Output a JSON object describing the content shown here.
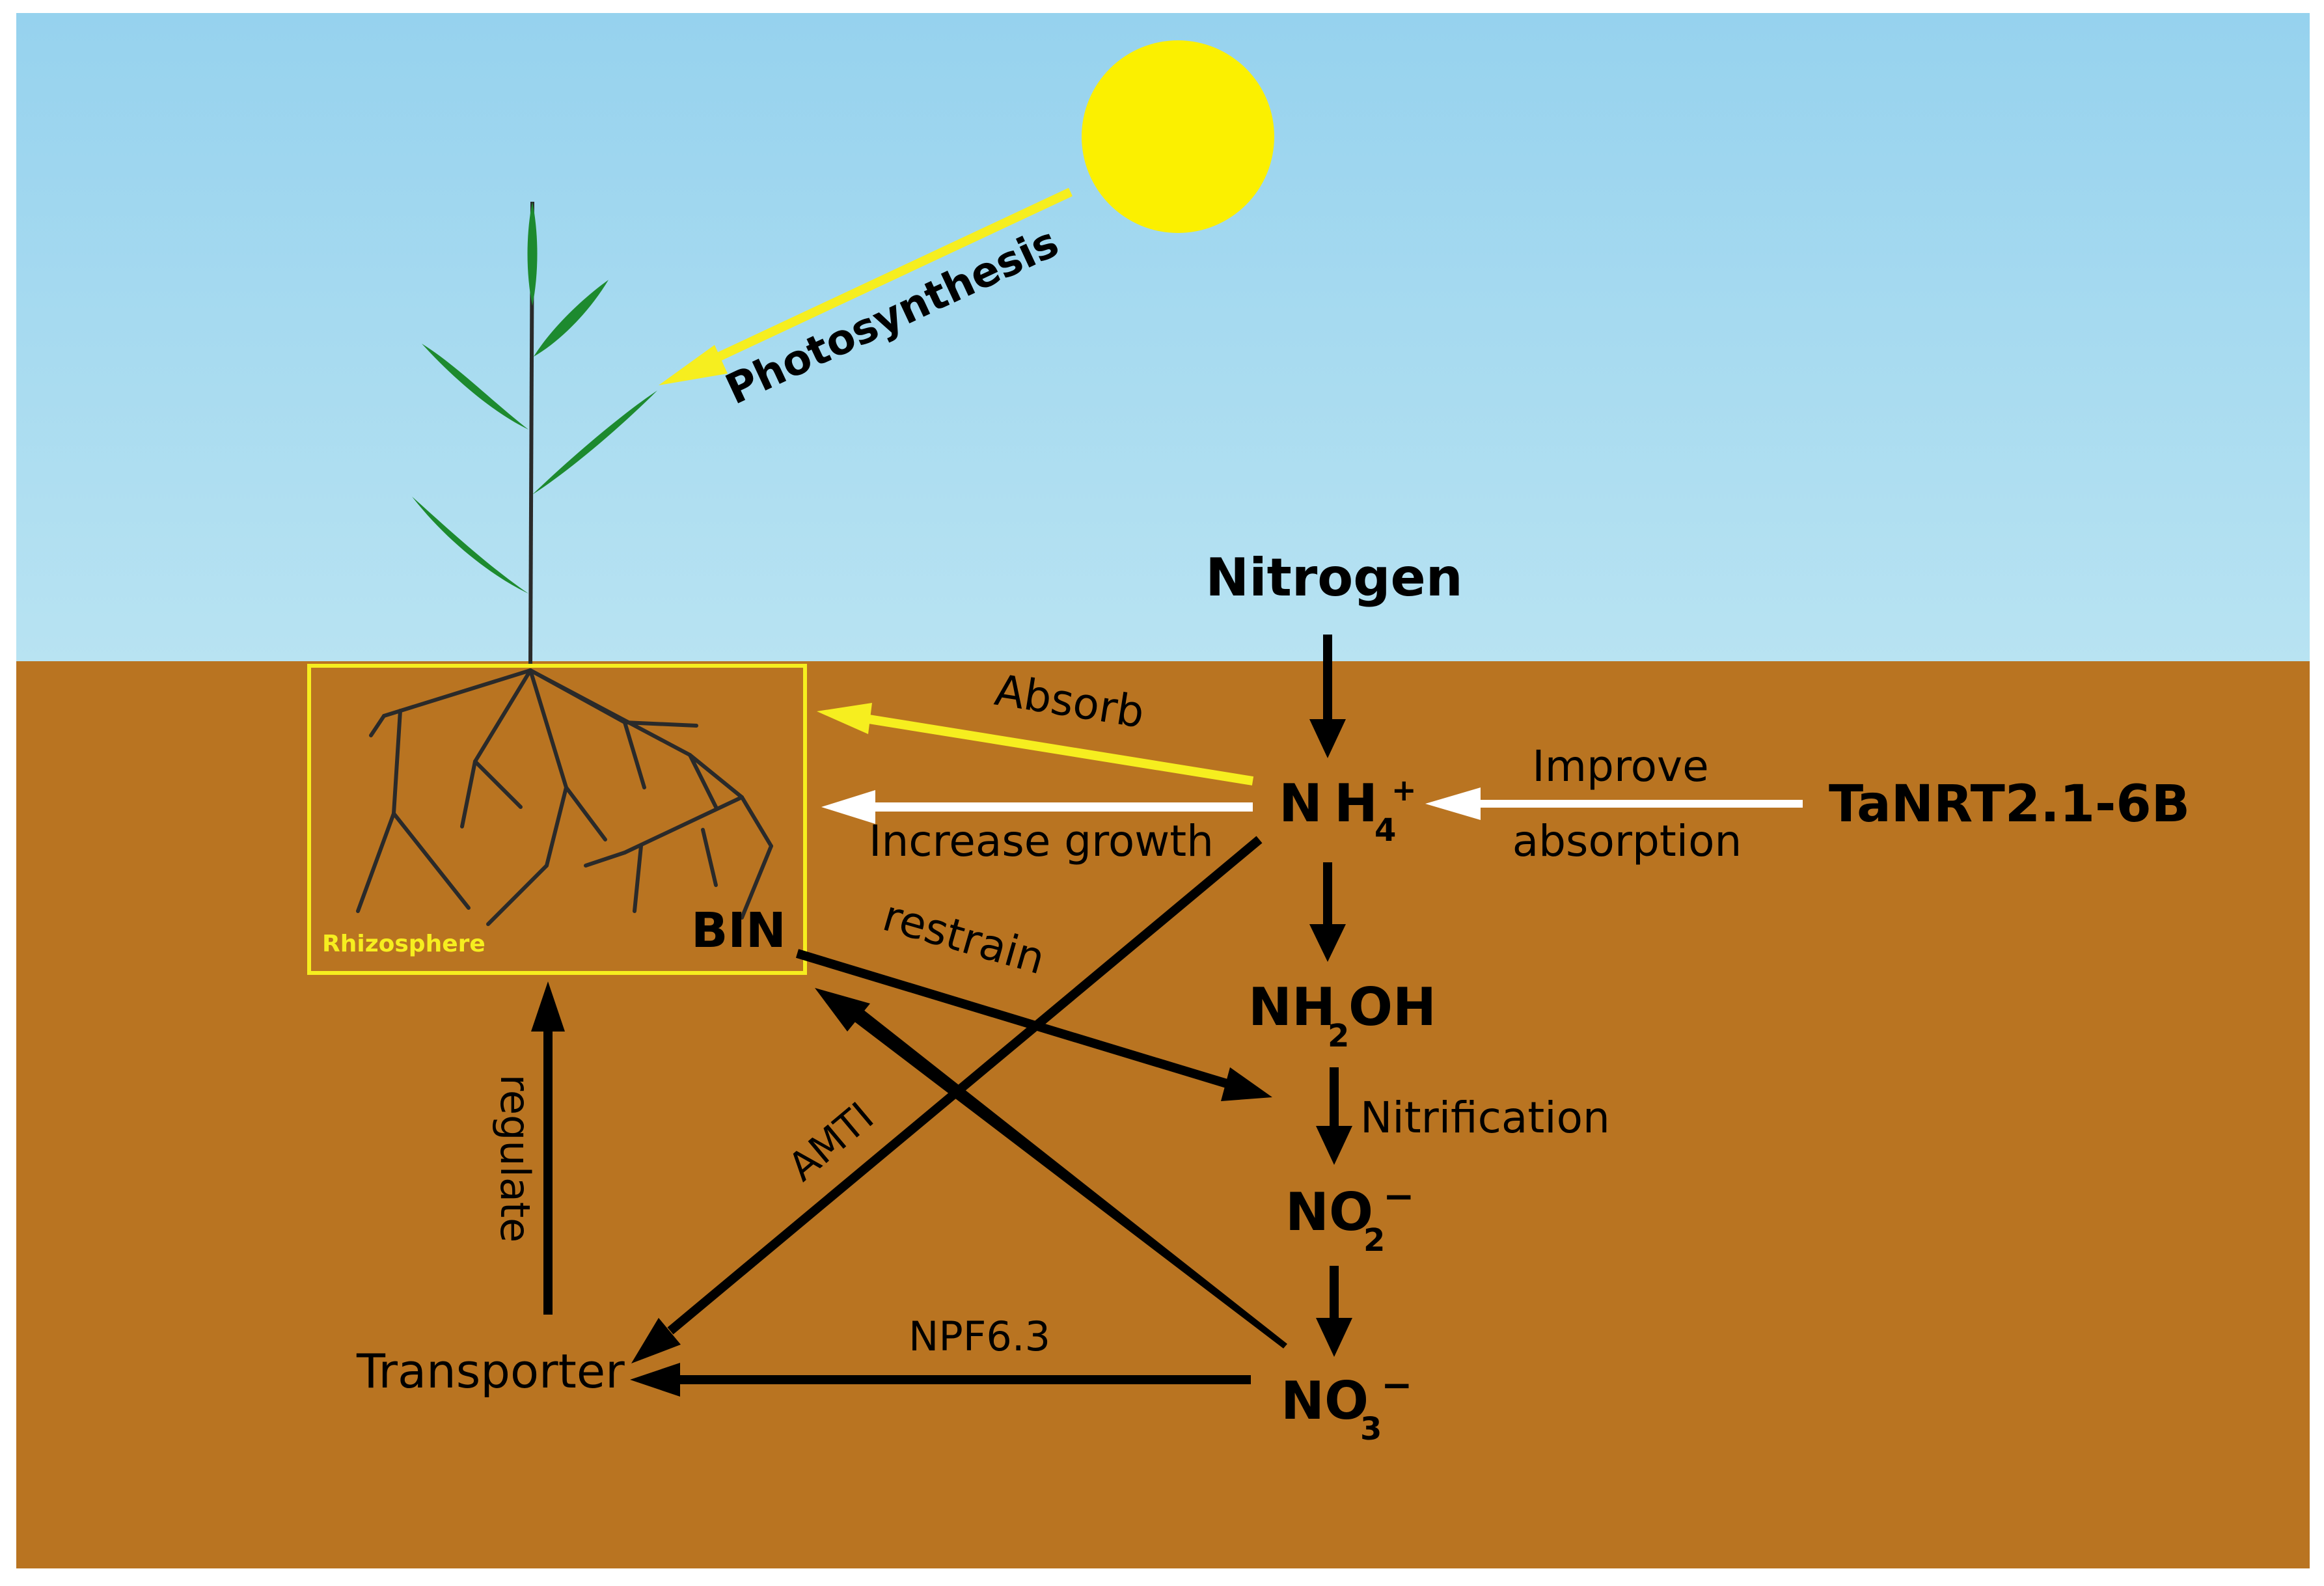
{
  "colors": {
    "sky_top": "#96d2ee",
    "sky_bottom": "#b8e3f2",
    "soil": "#b97421",
    "sun": "#fbf000",
    "leaf": "#1d8a2f",
    "highlight_yellow": "#f6ee1f",
    "arrow_black": "#000000",
    "arrow_white": "#ffffff"
  },
  "labels": {
    "photosynthesis": "Photosynthesis",
    "nitrogen": "Nitrogen",
    "absorb": "Absorb",
    "increase_growth": "Increase growth",
    "improve": "Improve",
    "absorption": "absorption",
    "tanrt": "TaNRT2.1-6B",
    "rhizosphere": "Rhizosphere",
    "bin": "BIN",
    "restrain": "restrain",
    "nitrification": "Nitrification",
    "amti": "AMTI",
    "regulate": "regulate",
    "npf": "NPF6.3",
    "transporter": "Transporter"
  },
  "species": {
    "nh4": {
      "base": "N",
      "base2": "H",
      "sub": "4",
      "sup": "+"
    },
    "nh2oh": {
      "base": "NH",
      "sub": "2",
      "tail": "OH"
    },
    "no2": {
      "base": "NO",
      "sub": "2",
      "sup": "−"
    },
    "no3": {
      "base": "NO",
      "sub": "3",
      "sup": "−"
    }
  },
  "icons": [
    "sun-icon",
    "wheat-plant-icon",
    "root-system-icon"
  ]
}
